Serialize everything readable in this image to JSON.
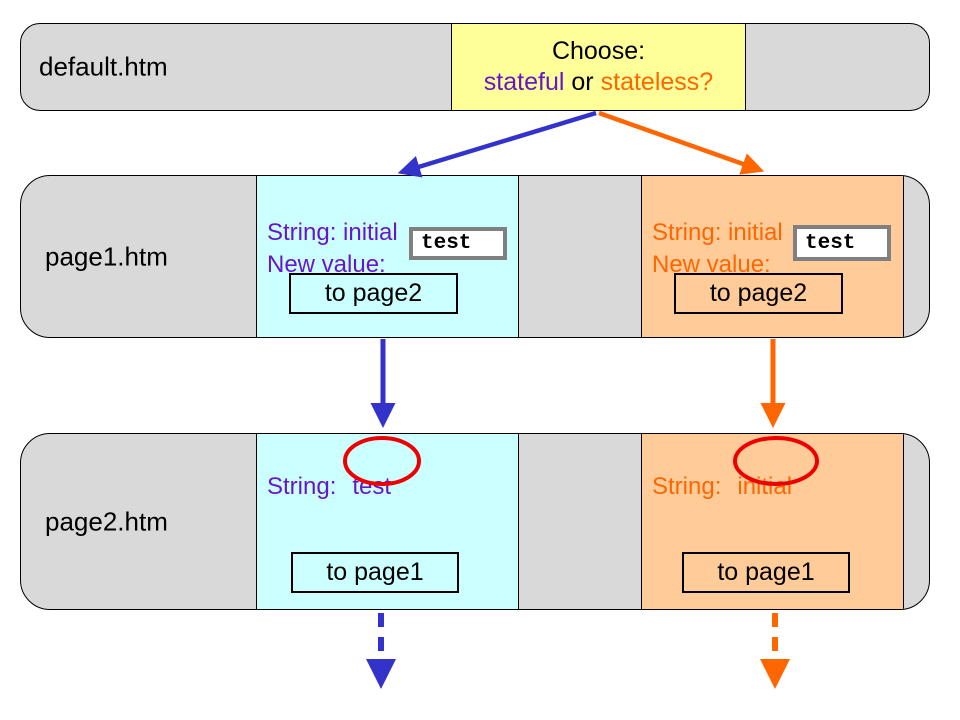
{
  "colors": {
    "row-bg": "#d9d9d9",
    "row-border": "#000000",
    "yellow-box": "#ffff99",
    "stateful-panel": "#ccffff",
    "stateless-panel": "#ffcc99",
    "stateful-text": "#6617cb",
    "stateless-text": "#ff6600",
    "stateful-arrow": "#3333cc",
    "stateless-arrow": "#ff6600",
    "highlight-ellipse": "#ee0000",
    "input-border": "#808080"
  },
  "rows": {
    "default": {
      "label": "default.htm"
    },
    "page1": {
      "label": "page1.htm"
    },
    "page2": {
      "label": "page2.htm"
    }
  },
  "choose": {
    "title": "Choose:",
    "stateful": "stateful",
    "conjunction": "or",
    "stateless": "stateless?"
  },
  "page1": {
    "stateful": {
      "string_label": "String: initial",
      "new_value_label": "New value:",
      "input_value": "test",
      "button_label": "to page2"
    },
    "stateless": {
      "string_label": "String: initial",
      "new_value_label": "New value:",
      "input_value": "test",
      "button_label": "to page2"
    }
  },
  "page2": {
    "stateful": {
      "string_label": "String:",
      "string_value": "test",
      "button_label": "to page1"
    },
    "stateless": {
      "string_label": "String:",
      "string_value": "initial",
      "button_label": "to page1"
    }
  }
}
